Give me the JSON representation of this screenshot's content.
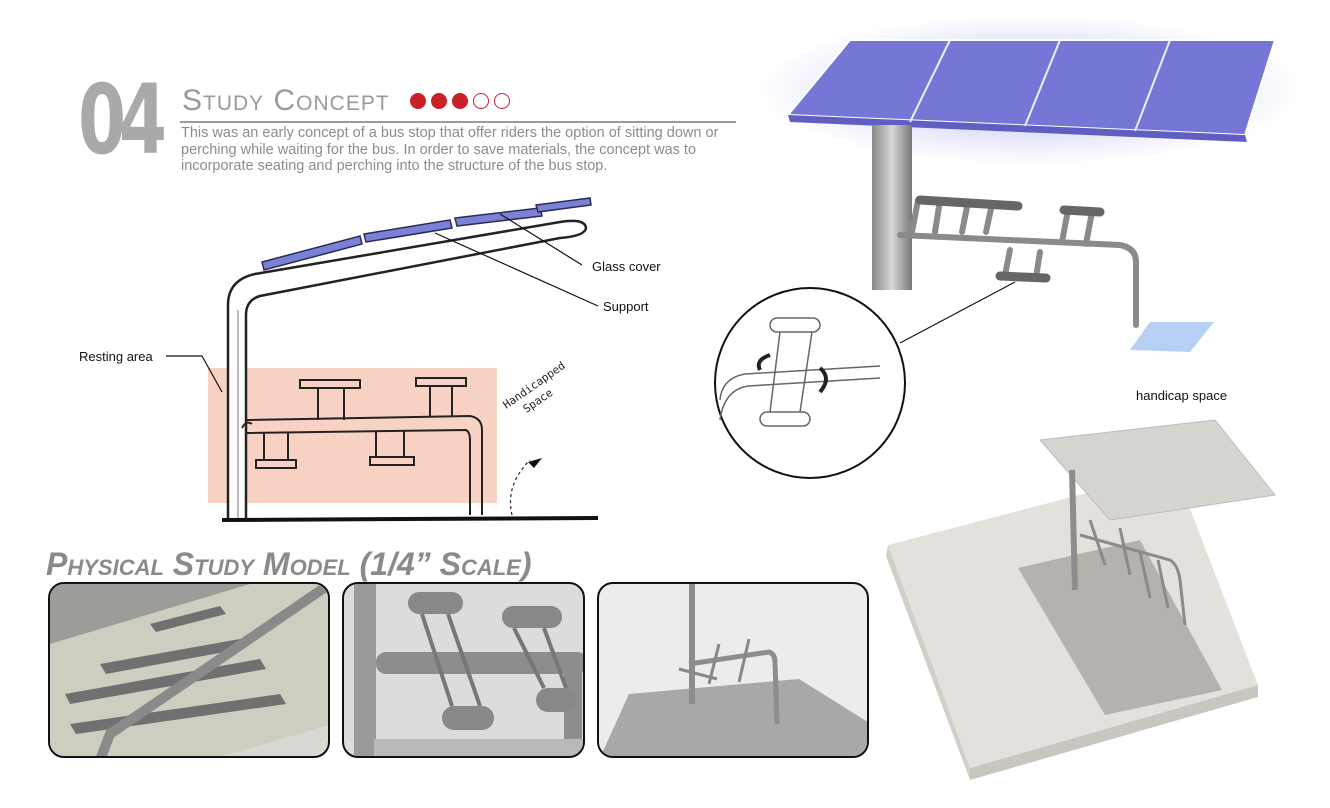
{
  "header": {
    "number": "04",
    "title": "Study Concept",
    "progress": {
      "filled": 3,
      "total": 5
    },
    "description": "This was an early concept of a bus stop that offer riders the option of sitting down or perching while waiting for the bus. In order to save materials, the concept was to incorporate seating and perching into the structure of the bus stop."
  },
  "sketch": {
    "labels": {
      "glass_cover": "Glass cover",
      "support": "Support",
      "resting_area": "Resting area",
      "handwritten_1": "Handicapped",
      "handwritten_2": "Space"
    }
  },
  "render": {
    "handicap_label": "handicap space"
  },
  "model": {
    "title": "Physical Study Model (1/4” Scale)"
  },
  "colors": {
    "accent_red": "#c9202a",
    "glass_blue": "#7a82d6",
    "resting_area": "#f7cbb8",
    "gray_text": "#8c8c8c"
  }
}
